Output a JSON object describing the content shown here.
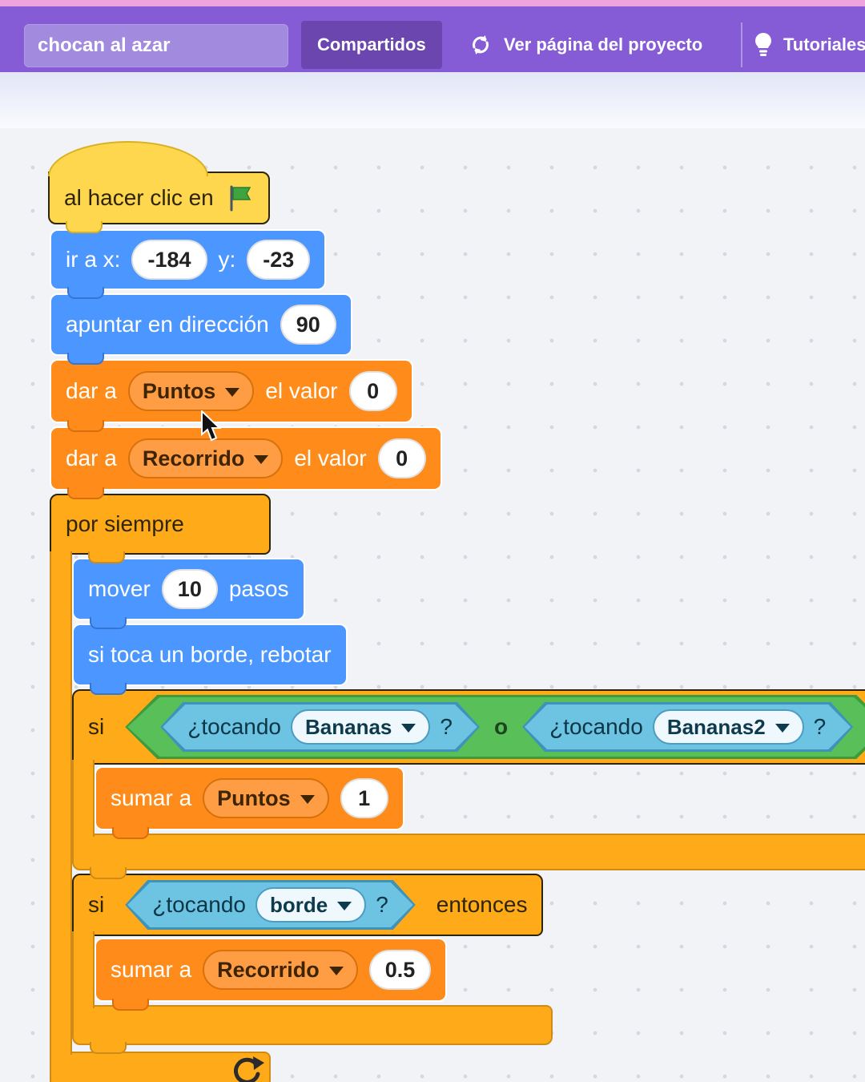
{
  "colors": {
    "menu_bar": "#855cd6",
    "accent_strip": "#efa3dc",
    "motion": "#4c97ff",
    "events": "#ffd74e",
    "control": "#ffab19",
    "variables": "#ff8c1a",
    "sensing": "#6cc3e2",
    "operators": "#59c059",
    "canvas": "#f2f3f6"
  },
  "header": {
    "project_name": "chocan al azar",
    "shared_label": "Compartidos",
    "view_project_label": "Ver página del proyecto",
    "tutorials_label": "Tutoriales"
  },
  "script": {
    "hat_label": "al hacer clic en",
    "goto": {
      "pre": "ir a x:",
      "x": "-184",
      "mid": "y:",
      "y": "-23"
    },
    "point": {
      "pre": "apuntar en dirección",
      "value": "90"
    },
    "set_puntos": {
      "pre": "dar a",
      "variable": "Puntos",
      "mid": "el valor",
      "value": "0"
    },
    "set_recorrido": {
      "pre": "dar a",
      "variable": "Recorrido",
      "mid": "el valor",
      "value": "0"
    },
    "forever_label": "por siempre",
    "move": {
      "pre": "mover",
      "value": "10",
      "post": "pasos"
    },
    "bounce_label": "si toca un borde, rebotar",
    "if_label": "si",
    "then_label": "entonces",
    "or_label": "o",
    "touching_label": "¿tocando",
    "question_label": "?",
    "touch_options": {
      "first": "Bananas",
      "second": "Bananas2",
      "third": "borde"
    },
    "add_puntos": {
      "pre": "sumar a",
      "variable": "Puntos",
      "value": "1"
    },
    "add_recorrido": {
      "pre": "sumar a",
      "variable": "Recorrido",
      "value": "0.5"
    }
  }
}
